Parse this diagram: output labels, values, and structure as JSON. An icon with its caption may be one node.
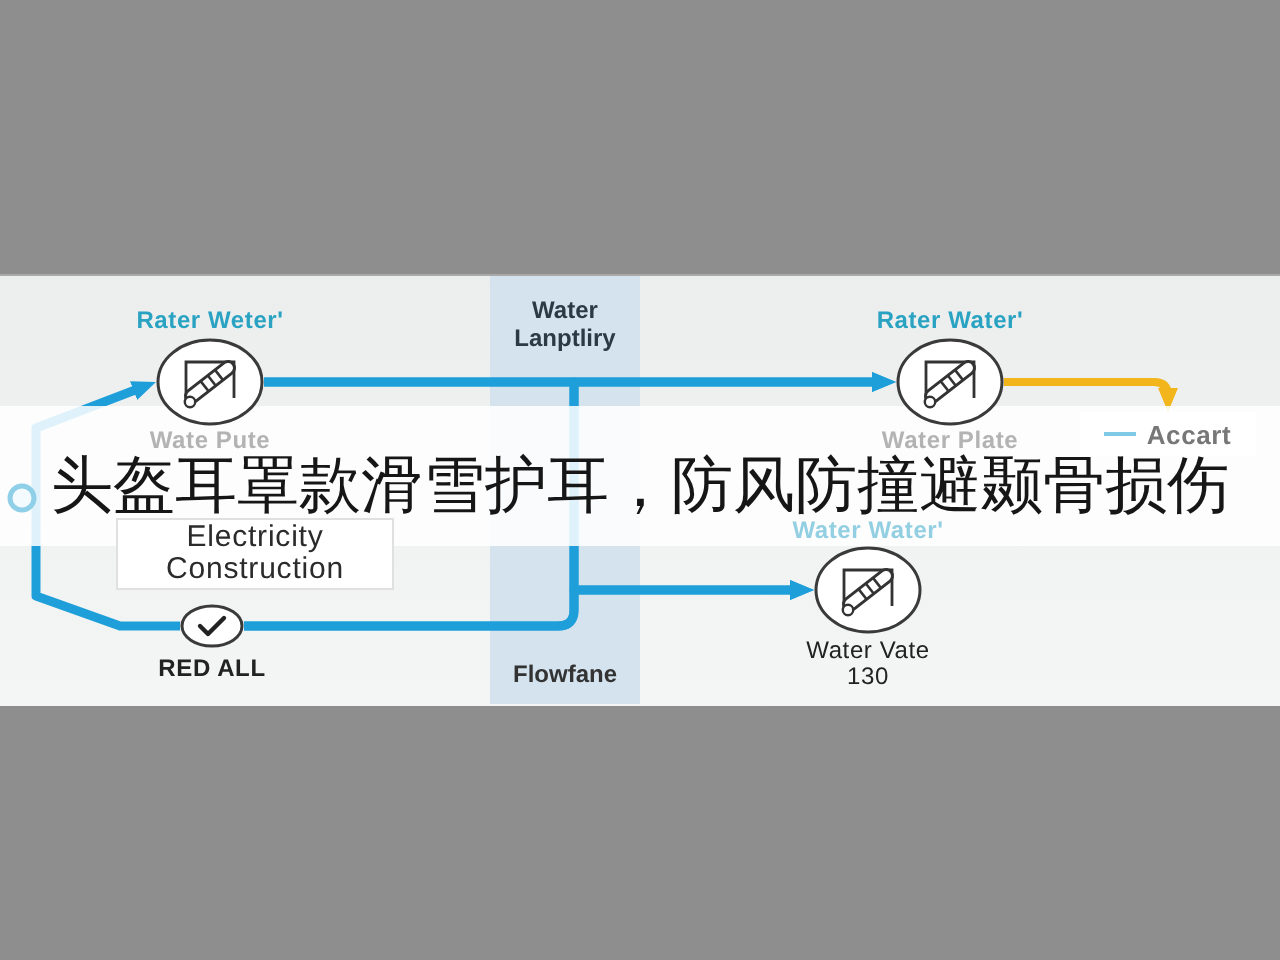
{
  "diagram": {
    "title": "头盔耳罩款滑雪护耳，防风防撞避颞骨损伤",
    "nodes": [
      {
        "text": [],
        "shape": "picture",
        "beside": [
          "Rater Weter'",
          "Wate Pute"
        ]
      },
      {
        "text": [
          "Electricity Construction"
        ]
      },
      {
        "text": [],
        "shape": "circle",
        "beside": [
          "RED ALL"
        ]
      },
      {
        "text": [],
        "shape": "picture",
        "beside": [
          "Rater Water'",
          "Water Plate"
        ]
      },
      {
        "text": [
          "Accart"
        ]
      },
      {
        "text": [],
        "shape": "picture",
        "beside": [
          "Water Water'",
          "Water Vate 130"
        ]
      }
    ],
    "edges": [
      {
        "from": 0,
        "to": 3,
        "arrow": "to"
      },
      {
        "from": 0,
        "to": 5,
        "arrow": "to"
      },
      {
        "from": 2,
        "to": 3,
        "arrow": "to"
      },
      {
        "from": 2,
        "to": 5,
        "arrow": "to"
      },
      {
        "from": 2,
        "to": 0,
        "arrow": "to"
      },
      {
        "from": 3,
        "to": 4,
        "arrow": "to",
        "color": "#f2b51c"
      }
    ],
    "labels": [
      "Water Lanptliry",
      "Flowfane"
    ]
  }
}
